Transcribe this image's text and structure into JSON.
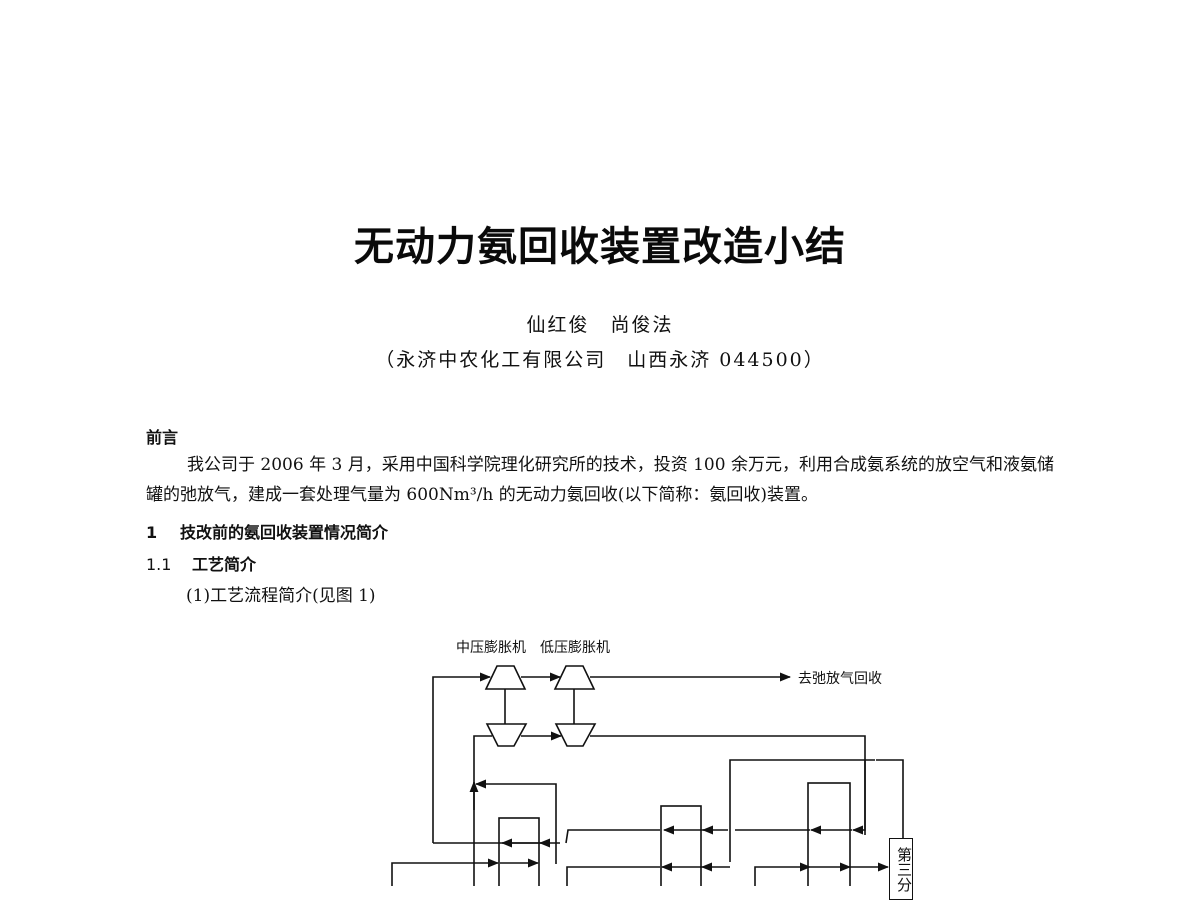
{
  "document": {
    "title": "无动力氨回收装置改造小结",
    "authors": "仙红俊　尚俊法",
    "affiliation": "（永济中农化工有限公司　山西永济 044500）",
    "sections": {
      "preface_heading": "前言",
      "preface_text": "我公司于 2006 年 3 月，采用中国科学院理化研究所的技术，投资 100 余万元，利用合成氨系统的放空气和液氨储罐的弛放气，建成一套处理气量为 600Nm³/h 的无动力氨回收(以下简称：氨回收)装置。",
      "section1_number": "1",
      "section1_title": "技改前的氨回收装置情况简介",
      "section11_number": "1.1",
      "section11_title": "工艺简介",
      "subsection_text": "(1)工艺流程简介(见图 1)"
    }
  },
  "figure": {
    "expander_labels": "中压膨胀机　低压膨胀机",
    "output_label": "去弛放气回收",
    "separator_label": "第三分"
  }
}
